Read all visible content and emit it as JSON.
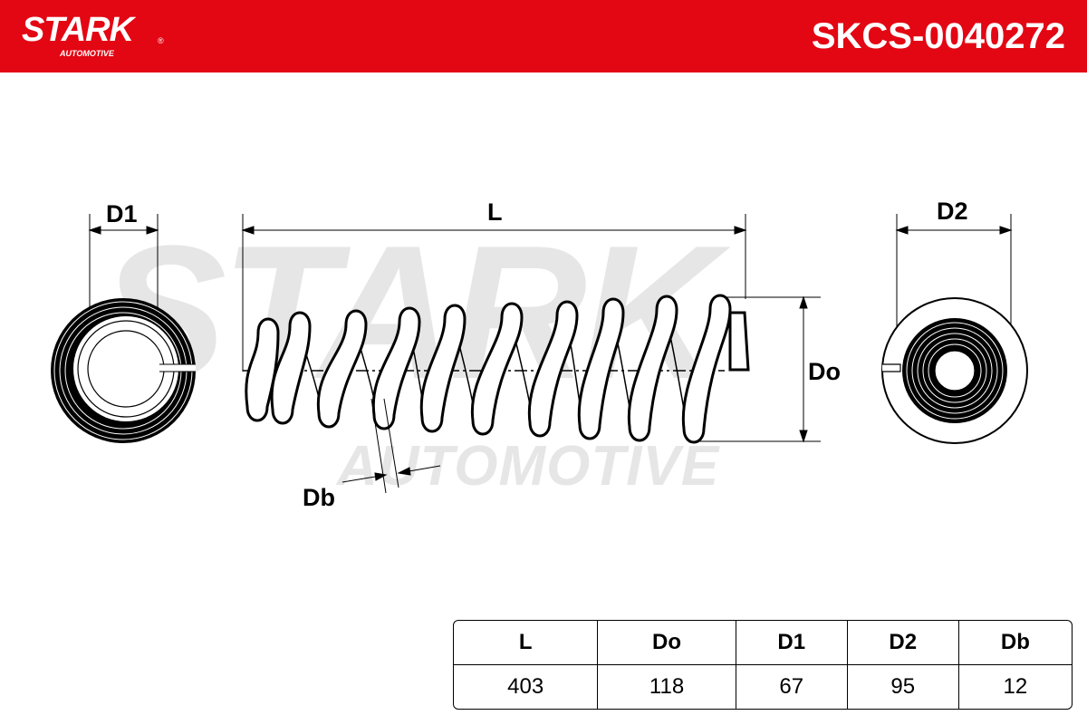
{
  "header": {
    "brand": "STARK",
    "brand_sub": "AUTOMOTIVE",
    "registered": "®",
    "part_number": "SKCS-0040272",
    "background": "#e30613"
  },
  "watermark": {
    "main": "STARK",
    "sub": "AUTOMOTIVE",
    "registered": "R"
  },
  "diagram": {
    "labels": {
      "d1": "D1",
      "l": "L",
      "d2": "D2",
      "do": "Do",
      "db": "Db"
    }
  },
  "specs": {
    "headers": [
      "L",
      "Do",
      "D1",
      "D2",
      "Db"
    ],
    "values": [
      "403",
      "118",
      "67",
      "95",
      "12"
    ]
  }
}
